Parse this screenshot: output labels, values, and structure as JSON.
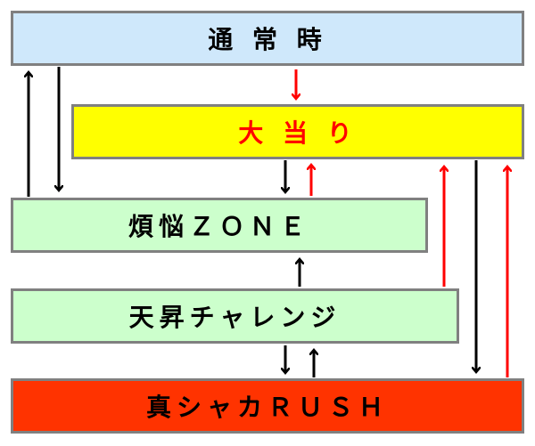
{
  "states": {
    "normal": {
      "label": "通 常 時"
    },
    "jackpot": {
      "label": "大 当 り"
    },
    "zone": {
      "label": "煩悩ＺＯＮＥ"
    },
    "chance": {
      "label": "天昇チャレンジ"
    },
    "rush": {
      "label": "真シャカＲＵＳＨ"
    }
  },
  "colors": {
    "normal_fill": "#cfe8fb",
    "jackpot_fill": "#ffff00",
    "jackpot_text": "#ff0000",
    "zone_fill": "#ccffcc",
    "chance_fill": "#ccffcc",
    "rush_fill": "#ff3300",
    "arrow_black": "#000000",
    "arrow_red": "#ff0000"
  }
}
